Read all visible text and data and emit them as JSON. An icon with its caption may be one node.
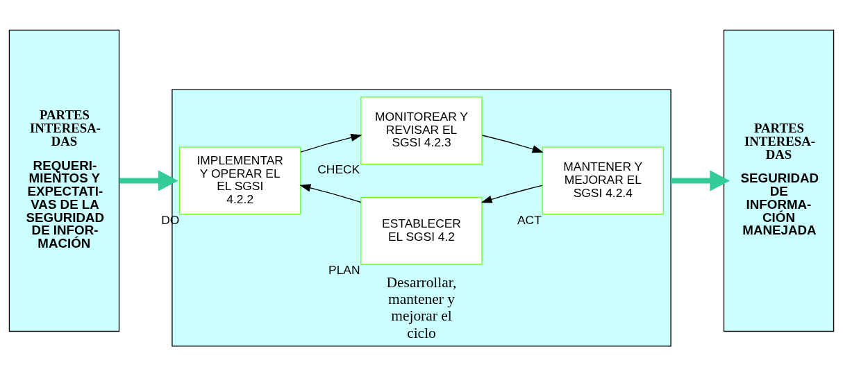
{
  "diagram": {
    "nodes": [
      {
        "text": [
          "PARTES INTERESA- DAS",
          "REQUERI- MIENTOS Y EXPECTATI- VAS DE LA SEGURIDAD DE INFOR- MACIÓN"
        ]
      },
      {
        "text": [
          "Desarrollar, mantener y mejorar el ciclo"
        ]
      },
      {
        "text": [
          "ESTABLECER EL SGSI 4.2"
        ],
        "in": 1,
        "beside": [
          "PLAN"
        ]
      },
      {
        "text": [
          "IMPLEMENTAR Y OPERAR EL EL SGSI 4.2.2"
        ],
        "in": 1,
        "beside": [
          "DO"
        ]
      },
      {
        "text": [
          "MANTENER Y MEJORAR EL SGSI 4.2.4"
        ],
        "in": 1,
        "beside": [
          "ACT"
        ]
      },
      {
        "text": [
          "MONITOREAR Y REVISAR EL SGSI 4.2.3"
        ],
        "in": 1,
        "beside": [
          "CHECK"
        ]
      },
      {
        "text": [
          "PARTES INTERESA- DAS",
          "SEGURIDAD DE INFORMA- CIÓN MANEJADA"
        ]
      }
    ],
    "edges": [
      {
        "from": 2,
        "to": 3,
        "arrow": "to"
      },
      {
        "from": 3,
        "to": 5,
        "arrow": "to"
      },
      {
        "from": 5,
        "to": 4,
        "arrow": "to"
      },
      {
        "from": 4,
        "to": 2,
        "arrow": "to"
      },
      {
        "from": 0,
        "to": 1,
        "arrow": "to",
        "style": "thick",
        "color": "#33cc99"
      },
      {
        "from": 1,
        "to": 6,
        "arrow": "to",
        "style": "thick",
        "color": "#33cc99"
      }
    ]
  }
}
